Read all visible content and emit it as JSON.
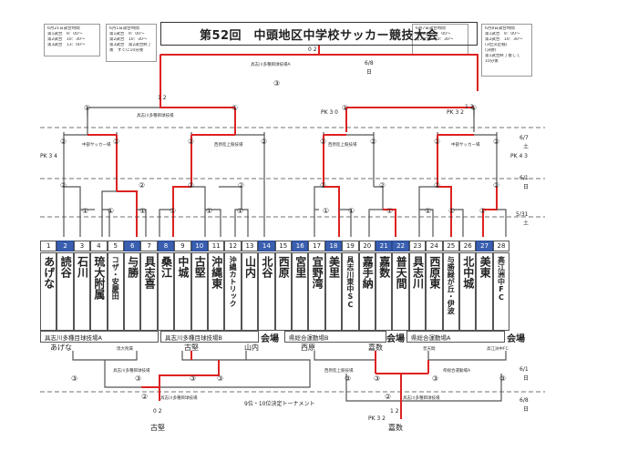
{
  "title": "第52回　中頭地区中学校サッカー競技大会",
  "notes": [
    {
      "lines": [
        "6月21日試合時間",
        "第1試合　9：00〜",
        "第2試合　10：30〜",
        "第3試合　13：00〜"
      ]
    },
    {
      "lines": [
        "6月1日試合時間",
        "第1試合　9：00〜",
        "第2試合　10：30〜",
        "第3試合　第2試合終了",
        "後　すぐに10分後"
      ]
    },
    {
      "lines": [
        "6月7日試合時間",
        "第1試合　9：00〜",
        "第2試合　10：30〜"
      ]
    },
    {
      "lines": [
        "6月8日試合時間",
        "第1試合　9：00〜",
        "第2試合　10：30〜",
        "(3位決定戦)",
        "(決勝)",
        "第1試合終了後して",
        "10分後"
      ]
    }
  ],
  "final": {
    "score": "0 2",
    "venue": "具志川多種目球技場A",
    "date": "6/8",
    "day": "日",
    "round": "③"
  },
  "semis": {
    "left": {
      "score": "1 2",
      "venue": "具志川多種目球技場"
    },
    "right": {
      "score": "1 2",
      "pk_left": "PK 3 0",
      "pk_right": "PK 3 2"
    }
  },
  "qf_venues": [
    "中部サッカー場",
    "西原陸上競技場",
    "西原陸上競技場",
    "中部サッカー場"
  ],
  "dates": [
    {
      "date": "6/7",
      "day": "土"
    },
    {
      "date": "6/1",
      "day": "日"
    },
    {
      "date": "5/31",
      "day": "土"
    }
  ],
  "pk_labels": {
    "left": "PK 3 4",
    "right": "PK 4 3"
  },
  "circle_labels": {
    "one": "①",
    "two": "②",
    "three": "③"
  },
  "teams": [
    {
      "no": "1",
      "name": "あげな",
      "seed": false
    },
    {
      "no": "2",
      "name": "読谷",
      "seed": true
    },
    {
      "no": "3",
      "name": "石川",
      "seed": false
    },
    {
      "no": "4",
      "name": "琉大附属",
      "seed": false
    },
    {
      "no": "5",
      "name": "コザ・安慶田",
      "seed": false
    },
    {
      "no": "6",
      "name": "与勝",
      "seed": true
    },
    {
      "no": "7",
      "name": "具志喜",
      "seed": false
    },
    {
      "no": "8",
      "name": "桑江",
      "seed": true
    },
    {
      "no": "9",
      "name": "中城",
      "seed": false
    },
    {
      "no": "10",
      "name": "古堅",
      "seed": true
    },
    {
      "no": "11",
      "name": "沖縄東",
      "seed": false
    },
    {
      "no": "12",
      "name": "沖縄カトリック",
      "seed": false
    },
    {
      "no": "13",
      "name": "山内",
      "seed": false
    },
    {
      "no": "14",
      "name": "北谷",
      "seed": true
    },
    {
      "no": "15",
      "name": "西原",
      "seed": false
    },
    {
      "no": "16",
      "name": "宮里",
      "seed": true
    },
    {
      "no": "17",
      "name": "宜野湾",
      "seed": false
    },
    {
      "no": "18",
      "name": "美里",
      "seed": true
    },
    {
      "no": "19",
      "name": "具志川東中SC",
      "seed": false
    },
    {
      "no": "20",
      "name": "嘉手納",
      "seed": false
    },
    {
      "no": "21",
      "name": "嘉数",
      "seed": true
    },
    {
      "no": "22",
      "name": "普天間",
      "seed": true
    },
    {
      "no": "23",
      "name": "具志川",
      "seed": false
    },
    {
      "no": "24",
      "name": "西原東",
      "seed": false
    },
    {
      "no": "25",
      "name": "与勝緑が丘・伊波",
      "seed": false
    },
    {
      "no": "26",
      "name": "北中城",
      "seed": false
    },
    {
      "no": "27",
      "name": "美東",
      "seed": true
    },
    {
      "no": "28",
      "name": "高江洲中FC",
      "seed": false
    }
  ],
  "venues_bottom": [
    {
      "label": "具志川多種目球技場A",
      "kaijo": "会場"
    },
    {
      "label": "具志川多種目球技場B",
      "kaijo": "会場"
    },
    {
      "label": "県総合運動場B",
      "kaijo": "会場"
    },
    {
      "label": "県総合運動場A",
      "kaijo": "会場"
    }
  ],
  "losers": {
    "left_names": [
      "あげな",
      "琉大附属",
      "古堅",
      "山内"
    ],
    "right_names": [
      "西原",
      "嘉数",
      "普天間",
      "高江洲中FC"
    ],
    "left_venue": "具志川多種目球技場",
    "right_venue1": "西原陸上競技場",
    "right_venue2": "県総合運動場A",
    "final_venue": "具志川多種目球技場",
    "title": "9位・10位決定トーナメント",
    "left_score": "0 2",
    "right_score": "1 2",
    "pk": "PK 3 2",
    "winner_left": "古堅",
    "winner_right": "嘉数",
    "dates": [
      {
        "date": "6/1",
        "day": "日"
      },
      {
        "date": "6/8",
        "day": "日"
      }
    ]
  }
}
